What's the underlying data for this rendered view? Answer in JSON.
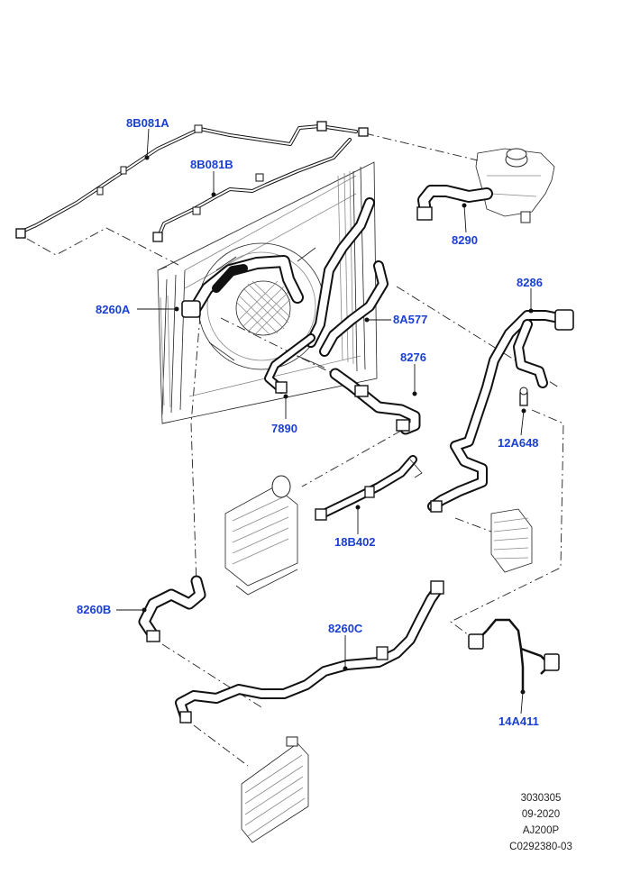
{
  "labels": {
    "p8B081A": "8B081A",
    "p8B081B": "8B081B",
    "p8290": "8290",
    "p8260A": "8260A",
    "p8A577": "8A577",
    "p8276": "8276",
    "p8286": "8286",
    "p7890": "7890",
    "p12A648": "12A648",
    "p18B402": "18B402",
    "p8260B": "8260B",
    "p8260C": "8260C",
    "p14A411": "14A411"
  },
  "codes": {
    "line1": "3030305",
    "line2": "09-2020",
    "line3": "AJ200P",
    "line4": "C0292380-03"
  },
  "colors": {
    "label_blue": "#1a3fd1",
    "line_black": "#111111"
  }
}
